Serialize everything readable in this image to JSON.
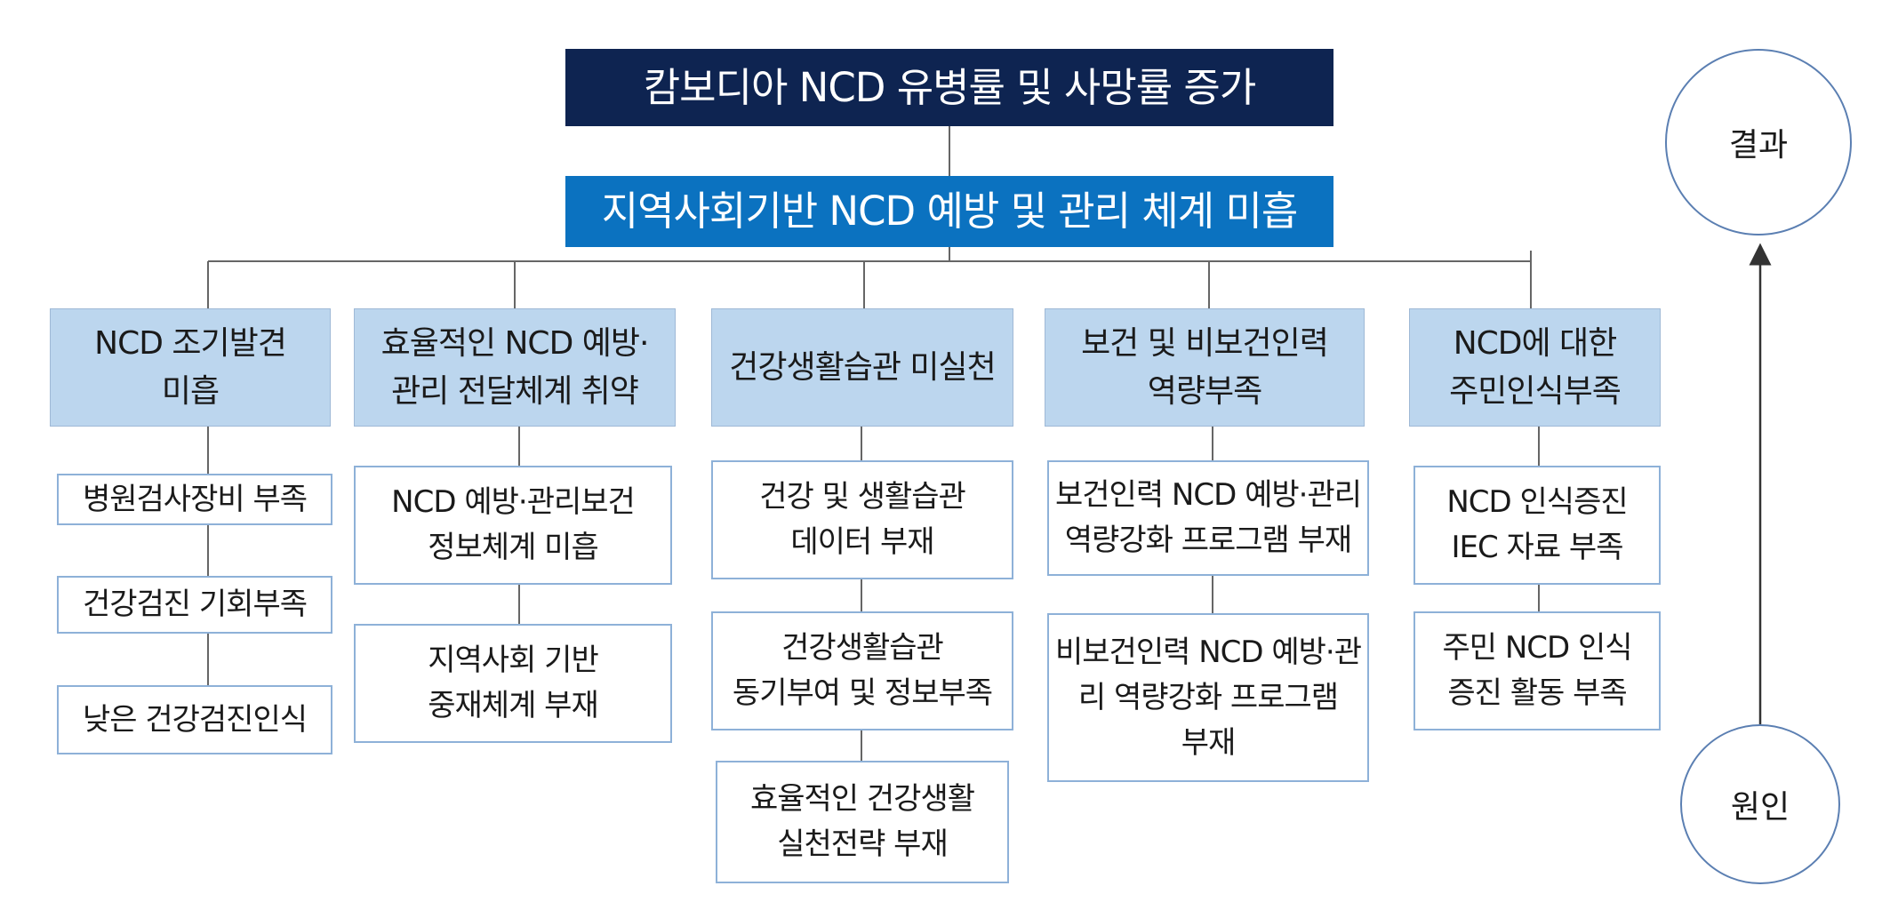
{
  "top": {
    "label": "캄보디아 NCD 유병률 및 사망률 증가"
  },
  "mid": {
    "label": "지역사회기반 NCD 예방 및 관리 체계 미흡"
  },
  "categories": [
    {
      "label": "NCD 조기발견\n미흡",
      "items": [
        "병원검사장비 부족",
        "건강검진 기회부족",
        "낮은 건강검진인식"
      ]
    },
    {
      "label": "효율적인 NCD 예방·\n관리 전달체계 취약",
      "items": [
        "NCD 예방·관리보건\n정보체계 미흡",
        "지역사회 기반\n중재체계 부재"
      ]
    },
    {
      "label": "건강생활습관 미실천",
      "items": [
        "건강 및 생활습관\n데이터 부재",
        "건강생활습관\n동기부여 및 정보부족",
        "효율적인 건강생활\n실천전략 부재"
      ]
    },
    {
      "label": "보건 및 비보건인력\n역량부족",
      "items": [
        "보건인력 NCD 예방·관리\n역량강화 프로그램 부재",
        "비보건인력 NCD 예방·관\n리 역량강화 프로그램\n부재"
      ]
    },
    {
      "label": "NCD에 대한\n주민인식부족",
      "items": [
        "NCD 인식증진\nIEC 자료 부족",
        "주민 NCD 인식\n증진 활동 부족"
      ]
    }
  ],
  "legend": {
    "result": "결과",
    "cause": "원인"
  },
  "colors": {
    "top": "#0e2451",
    "mid": "#0b72c0",
    "category": "#bcd6ee",
    "border": "#8eb1d8",
    "line": "#666666",
    "circle": "#5b7fb2"
  }
}
